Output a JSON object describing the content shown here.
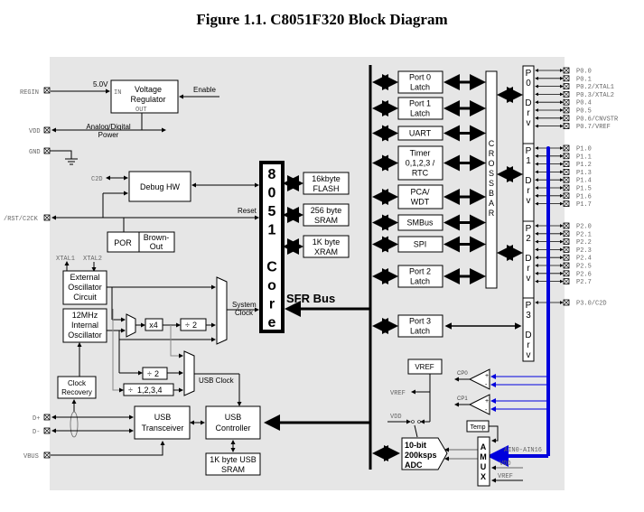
{
  "title": "Figure 1.1. C8051F320 Block Diagram",
  "colors": {
    "background": "#e6e6e6",
    "bus_blue": "#0000dd",
    "line": "#000000"
  },
  "left_pins": {
    "regin": "REGIN",
    "vdd": "VDD",
    "gnd": "GND",
    "c2d": "C2D",
    "rst": "/RST/C2CK",
    "xtal1": "XTAL1",
    "xtal2": "XTAL2",
    "dplus": "D+",
    "dminus": "D-",
    "vbus": "VBUS"
  },
  "voltage_regulator": {
    "label1": "Voltage",
    "label2": "Regulator",
    "in": "IN",
    "out": "OUT",
    "input_voltage": "5.0V",
    "enable": "Enable",
    "power1": "Analog/Digital",
    "power2": "Power"
  },
  "debug_hw": "Debug HW",
  "reset_label": "Reset",
  "por": "POR",
  "brownout1": "Brown-",
  "brownout2": "Out",
  "ext_osc": [
    "External",
    "Oscillator",
    "Circuit"
  ],
  "int_osc": [
    "12MHz",
    "Internal",
    "Oscillator"
  ],
  "x4": "x4",
  "div2a": "2",
  "div2b": "2",
  "div1234": "1,2,3,4",
  "system_clock1": "System",
  "system_clock2": "Clock",
  "usb_clock": "USB Clock",
  "clock_recovery": [
    "Clock",
    "Recovery"
  ],
  "usb_transceiver": [
    "USB",
    "Transceiver"
  ],
  "usb_controller": [
    "USB",
    "Controller"
  ],
  "usb_sram": [
    "1K byte USB",
    "SRAM"
  ],
  "core_letters": [
    "8",
    "0",
    "5",
    "1",
    "",
    "C",
    "o",
    "r",
    "e"
  ],
  "memory": [
    {
      "l1": "16kbyte",
      "l2": "FLASH"
    },
    {
      "l1": "256 byte",
      "l2": "SRAM"
    },
    {
      "l1": "1K byte",
      "l2": "XRAM"
    }
  ],
  "sfr_bus": "SFR Bus",
  "peripherals": [
    {
      "l1": "Port 0",
      "l2": "Latch"
    },
    {
      "l1": "Port 1",
      "l2": "Latch"
    },
    {
      "l1": "UART",
      "l2": ""
    },
    {
      "l1": "Timer",
      "l2": "0,1,2,3 /",
      "l3": "RTC"
    },
    {
      "l1": "PCA/",
      "l2": "WDT"
    },
    {
      "l1": "SMBus",
      "l2": ""
    },
    {
      "l1": "SPI",
      "l2": ""
    },
    {
      "l1": "Port 2",
      "l2": "Latch"
    },
    {
      "l1": "Port 3",
      "l2": "Latch"
    }
  ],
  "crossbar": [
    "C",
    "R",
    "O",
    "S",
    "S",
    "B",
    "A",
    "R"
  ],
  "drivers": [
    {
      "letters": [
        "P",
        "0",
        "",
        "D",
        "r",
        "v"
      ],
      "pins": [
        "P0.0",
        "P0.1",
        "P0.2/XTAL1",
        "P0.3/XTAL2",
        "P0.4",
        "P0.5",
        "P0.6/CNVSTR",
        "P0.7/VREF"
      ]
    },
    {
      "letters": [
        "P",
        "1",
        "",
        "D",
        "r",
        "v"
      ],
      "pins": [
        "P1.0",
        "P1.1",
        "P1.2",
        "P1.3",
        "P1.4",
        "P1.5",
        "P1.6",
        "P1.7"
      ]
    },
    {
      "letters": [
        "P",
        "2",
        "",
        "D",
        "r",
        "v"
      ],
      "pins": [
        "P2.0",
        "P2.1",
        "P2.2",
        "P2.3",
        "P2.4",
        "P2.5",
        "P2.6",
        "P2.7"
      ]
    },
    {
      "letters": [
        "P",
        "3",
        "",
        "D",
        "r",
        "v"
      ],
      "pins": [
        "P3.0/C2D"
      ]
    }
  ],
  "analog": {
    "vref_box": "VREF",
    "vref_out": "VREF",
    "vdd": "VDD",
    "cp0": "CP0",
    "cp1": "CP1",
    "plus": "+",
    "minus": "-",
    "temp": "Temp",
    "adc": [
      "10-bit",
      "200ksps",
      "ADC"
    ],
    "amux": [
      "A",
      "M",
      "U",
      "X"
    ],
    "ain": "AIN0-AIN16",
    "amux_vdd": "VDD",
    "amux_vref": "VREF"
  }
}
